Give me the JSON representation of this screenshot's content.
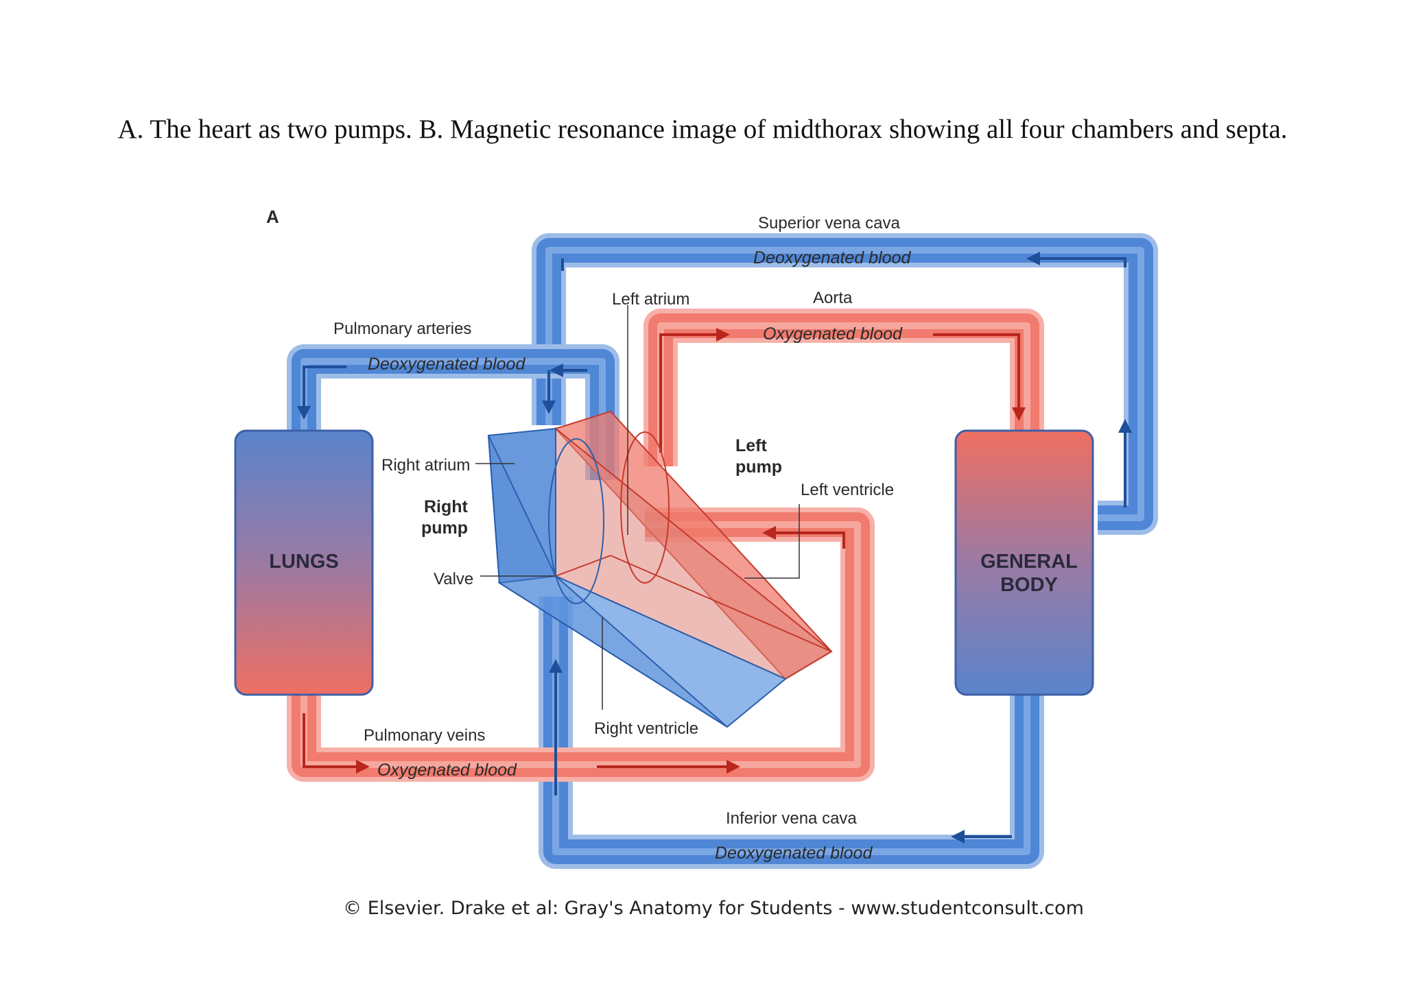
{
  "caption": "A. The heart as two pumps. B. Magnetic resonance image of midthorax showing all four chambers and septa.",
  "panel_letter": "A",
  "labels": {
    "superior_vena_cava": "Superior vena cava",
    "deoxygenated_top": "Deoxygenated blood",
    "left_atrium": "Left atrium",
    "aorta": "Aorta",
    "oxygenated_top": "Oxygenated blood",
    "pulmonary_arteries": "Pulmonary arteries",
    "deoxygenated_left": "Deoxygenated blood",
    "right_atrium": "Right atrium",
    "right_pump_1": "Right",
    "right_pump_2": "pump",
    "left_pump_1": "Left",
    "left_pump_2": "pump",
    "left_ventricle": "Left ventricle",
    "valve": "Valve",
    "lungs": "LUNGS",
    "general_body_1": "GENERAL",
    "general_body_2": "BODY",
    "pulmonary_veins": "Pulmonary veins",
    "oxygenated_bottom": "Oxygenated blood",
    "right_ventricle": "Right ventricle",
    "inferior_vena_cava": "Inferior vena cava",
    "deoxygenated_bottom": "Deoxygenated blood"
  },
  "copyright": "© Elsevier. Drake et al: Gray's Anatomy for Students - www.studentconsult.com",
  "colors": {
    "blue_vessel": "#4f86d6",
    "blue_dark": "#2a5fae",
    "red_vessel": "#f07b6e",
    "red_dark": "#c43a2e",
    "arrow_blue": "#1f4f9a",
    "arrow_red": "#b8261c"
  }
}
